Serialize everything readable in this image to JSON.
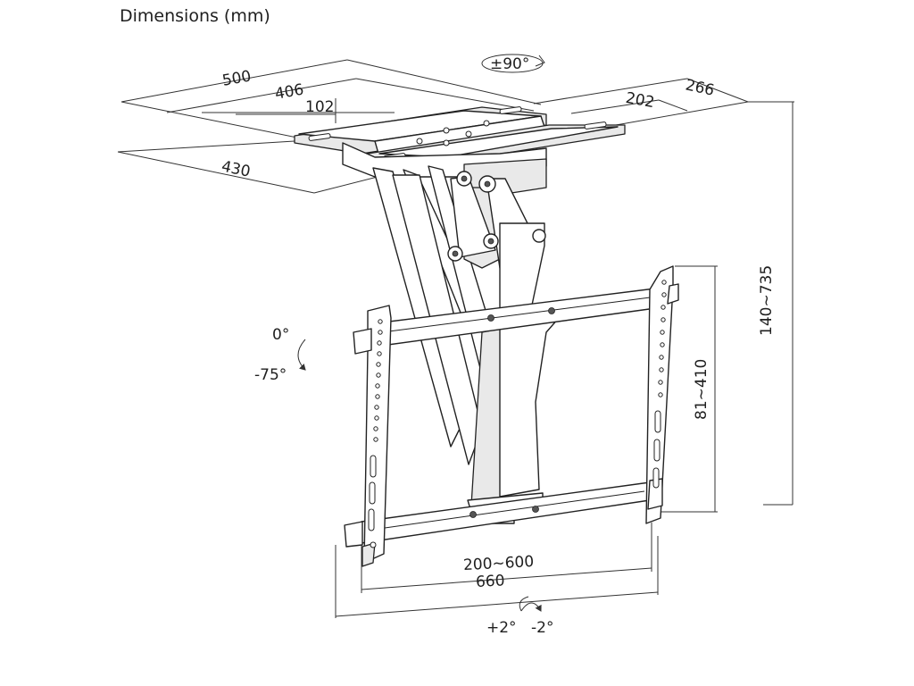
{
  "title": "Dimensions (mm)",
  "dimensions": {
    "d500": "500",
    "d406": "406",
    "d102": "102",
    "d430": "430",
    "d202": "202",
    "d266": "266",
    "rotate": "±90°",
    "height_range": "140~735",
    "vertical_holes": "81~410",
    "horizontal_holes": "200~600",
    "width": "660"
  },
  "tilt": {
    "top": "0°",
    "bottom": "-75°"
  },
  "roll": {
    "left": "+2°",
    "right": "-2°"
  }
}
